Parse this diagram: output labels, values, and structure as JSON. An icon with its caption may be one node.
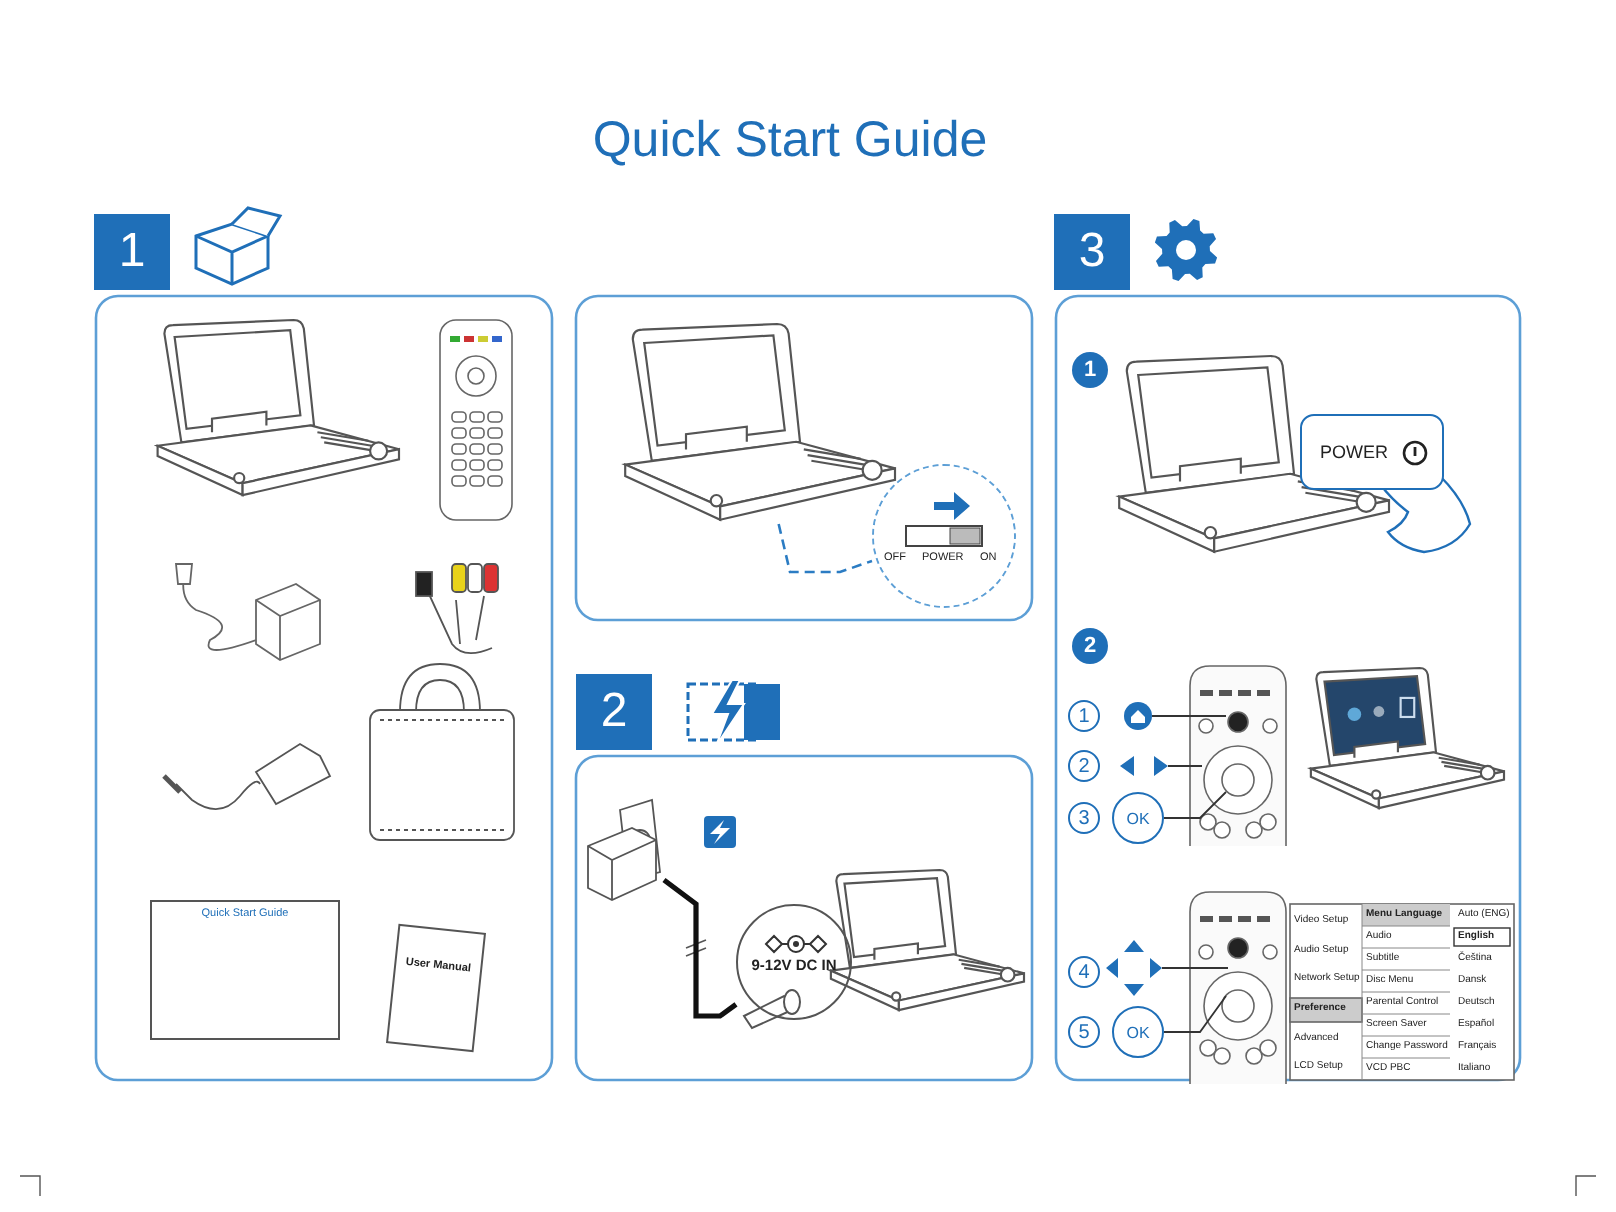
{
  "diagram": {
    "title": "Quick Start Guide",
    "nodes": [
      {
        "text": [
          "1"
        ]
      },
      {
        "text": [
          "Quick Start Guide"
        ]
      },
      {
        "text": [
          "User Manual"
        ]
      },
      {
        "text": [],
        "shape": "picture"
      },
      {
        "text": [
          "OFF",
          "POWER",
          "ON"
        ]
      },
      {
        "text": [
          "2"
        ]
      },
      {
        "text": [
          "9-12V DC IN"
        ]
      },
      {
        "text": [
          "3"
        ]
      },
      {
        "text": [
          "1"
        ]
      },
      {
        "text": [
          "POWER"
        ]
      },
      {
        "text": [
          "2"
        ]
      },
      {
        "text": [
          "1"
        ]
      },
      {
        "text": [],
        "shape": "circle"
      },
      {
        "text": [
          "2"
        ]
      },
      {
        "text": [],
        "shape": "picture"
      },
      {
        "text": [
          "3"
        ]
      },
      {
        "text": [
          "OK"
        ]
      },
      {
        "text": [
          "4"
        ]
      },
      {
        "text": [],
        "shape": "picture"
      },
      {
        "text": [
          "5"
        ]
      },
      {
        "text": [
          "OK"
        ]
      },
      {
        "text": [],
        "shape": "picture"
      }
    ],
    "edges": [
      {
        "from": 3,
        "to": 4,
        "arrow": "none",
        "style": "dashed",
        "color": "#2b7cc3"
      },
      {
        "from": 12,
        "to": null,
        "arrow": "none"
      },
      {
        "from": 14,
        "to": null,
        "arrow": "none"
      },
      {
        "from": 16,
        "to": null,
        "arrow": "none"
      },
      {
        "from": 18,
        "to": null,
        "arrow": "none"
      },
      {
        "from": 20,
        "to": null,
        "arrow": "none"
      },
      {
        "from": 21,
        "to": 6,
        "arrow": "none",
        "style": "thick",
        "color": "#111111"
      }
    ],
    "labels": [
      "Video Setup",
      "Menu Language",
      "Auto (ENG)",
      "Audio Setup",
      "Audio",
      "English",
      "Network Setup",
      "Subtitle",
      "Čeština",
      "Preference",
      "Disc Menu",
      "Dansk",
      "Advanced",
      "Parental Control",
      "Deutsch",
      "LCD Setup",
      "Screen Saver",
      "Español",
      "Change Password",
      "Français",
      "VCD PBC",
      "Italiano"
    ]
  }
}
